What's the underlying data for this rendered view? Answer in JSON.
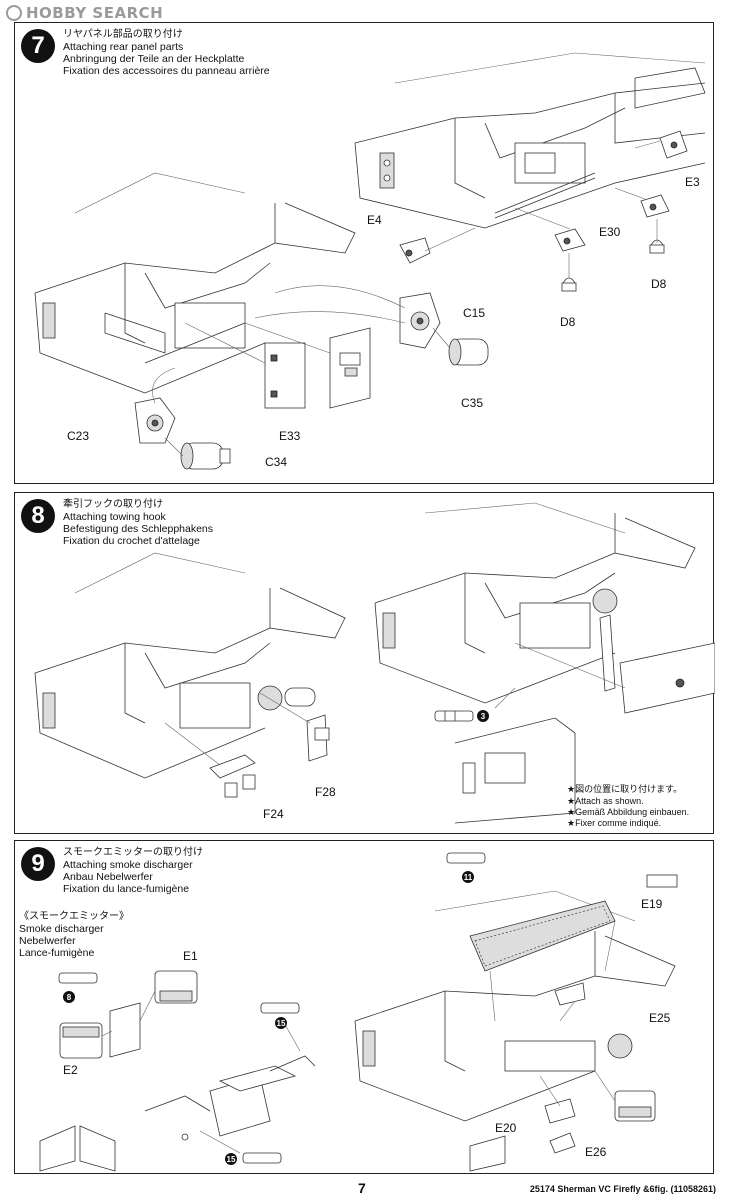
{
  "watermark": {
    "text": "HOBBY SEARCH"
  },
  "step7": {
    "number": "7",
    "title_jp": "リヤパネル部品の取り付け",
    "title_en": "Attaching rear panel parts",
    "title_de": "Anbringung der Teile an der Heckplatte",
    "title_fr": "Fixation des accessoires du panneau arrière",
    "parts": [
      "E3",
      "E4",
      "E30",
      "D8",
      "D8",
      "C15",
      "C35",
      "C23",
      "E33",
      "C34"
    ]
  },
  "step8": {
    "number": "8",
    "title_jp": "牽引フックの取り付け",
    "title_en": "Attaching towing hook",
    "title_de": "Befestigung des Schlepphakens",
    "title_fr": "Fixation du crochet d'attelage",
    "parts": [
      "F28",
      "F24"
    ],
    "callout_badge": "3",
    "note_jp": "★図の位置に取り付けます。",
    "note_en": "★Attach as shown.",
    "note_de": "★Gemäß Abbildung einbauen.",
    "note_fr": "★Fixer comme indiqué."
  },
  "step9": {
    "number": "9",
    "title_jp": "スモークエミッターの取り付け",
    "title_en": "Attaching smoke discharger",
    "title_de": "Anbau Nebelwerfer",
    "title_fr": "Fixation du lance-fumigène",
    "sub_jp": "《スモークエミッター》",
    "sub_en": "Smoke discharger",
    "sub_de": "Nebelwerfer",
    "sub_fr": "Lance-fumigène",
    "parts": [
      "E1",
      "E2",
      "E19",
      "E25",
      "E20",
      "E26"
    ],
    "badges": [
      "8",
      "15",
      "15",
      "11"
    ]
  },
  "footer": {
    "page_number": "7",
    "reference": "25174 Sherman VC Firefly &6fig. (11058261)"
  }
}
